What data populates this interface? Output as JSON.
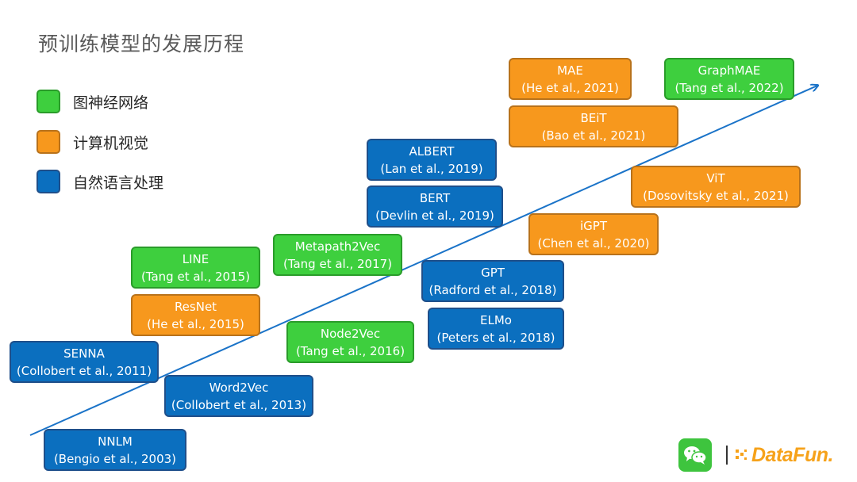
{
  "title": "预训练模型的发展历程",
  "legend": [
    {
      "label": "图神经网络",
      "category": "gnn",
      "color": "#3ecf3e"
    },
    {
      "label": "计算机视觉",
      "category": "cv",
      "color": "#f7981d"
    },
    {
      "label": "自然语言处理",
      "category": "nlp",
      "color": "#0b6fbf"
    }
  ],
  "nodes": [
    {
      "name": "NNLM",
      "ref": "(Bengio et al., 2003)",
      "category": "nlp"
    },
    {
      "name": "SENNA",
      "ref": "(Collobert et al., 2011)",
      "category": "nlp"
    },
    {
      "name": "Word2Vec",
      "ref": "(Collobert et al., 2013)",
      "category": "nlp"
    },
    {
      "name": "LINE",
      "ref": "(Tang et al., 2015)",
      "category": "gnn"
    },
    {
      "name": "ResNet",
      "ref": "(He et al., 2015)",
      "category": "cv"
    },
    {
      "name": "Node2Vec",
      "ref": "(Tang et al., 2016)",
      "category": "gnn"
    },
    {
      "name": "Metapath2Vec",
      "ref": "(Tang et al., 2017)",
      "category": "gnn"
    },
    {
      "name": "ALBERT",
      "ref": "(Lan et al., 2019)",
      "category": "nlp"
    },
    {
      "name": "BERT",
      "ref": "(Devlin et al., 2019)",
      "category": "nlp"
    },
    {
      "name": "GPT",
      "ref": "(Radford et al., 2018)",
      "category": "nlp"
    },
    {
      "name": "ELMo",
      "ref": "(Peters et al., 2018)",
      "category": "nlp"
    },
    {
      "name": "MAE",
      "ref": "(He et al., 2021)",
      "category": "cv"
    },
    {
      "name": "BEiT",
      "ref": "(Bao et al., 2021)",
      "category": "cv"
    },
    {
      "name": "iGPT",
      "ref": "(Chen et al., 2020)",
      "category": "cv"
    },
    {
      "name": "ViT",
      "ref": "(Dosovitsky et al., 2021)",
      "category": "cv"
    },
    {
      "name": "GraphMAE",
      "ref": "(Tang et al., 2022)",
      "category": "gnn"
    }
  ],
  "footer": {
    "brand": "DataFun."
  }
}
